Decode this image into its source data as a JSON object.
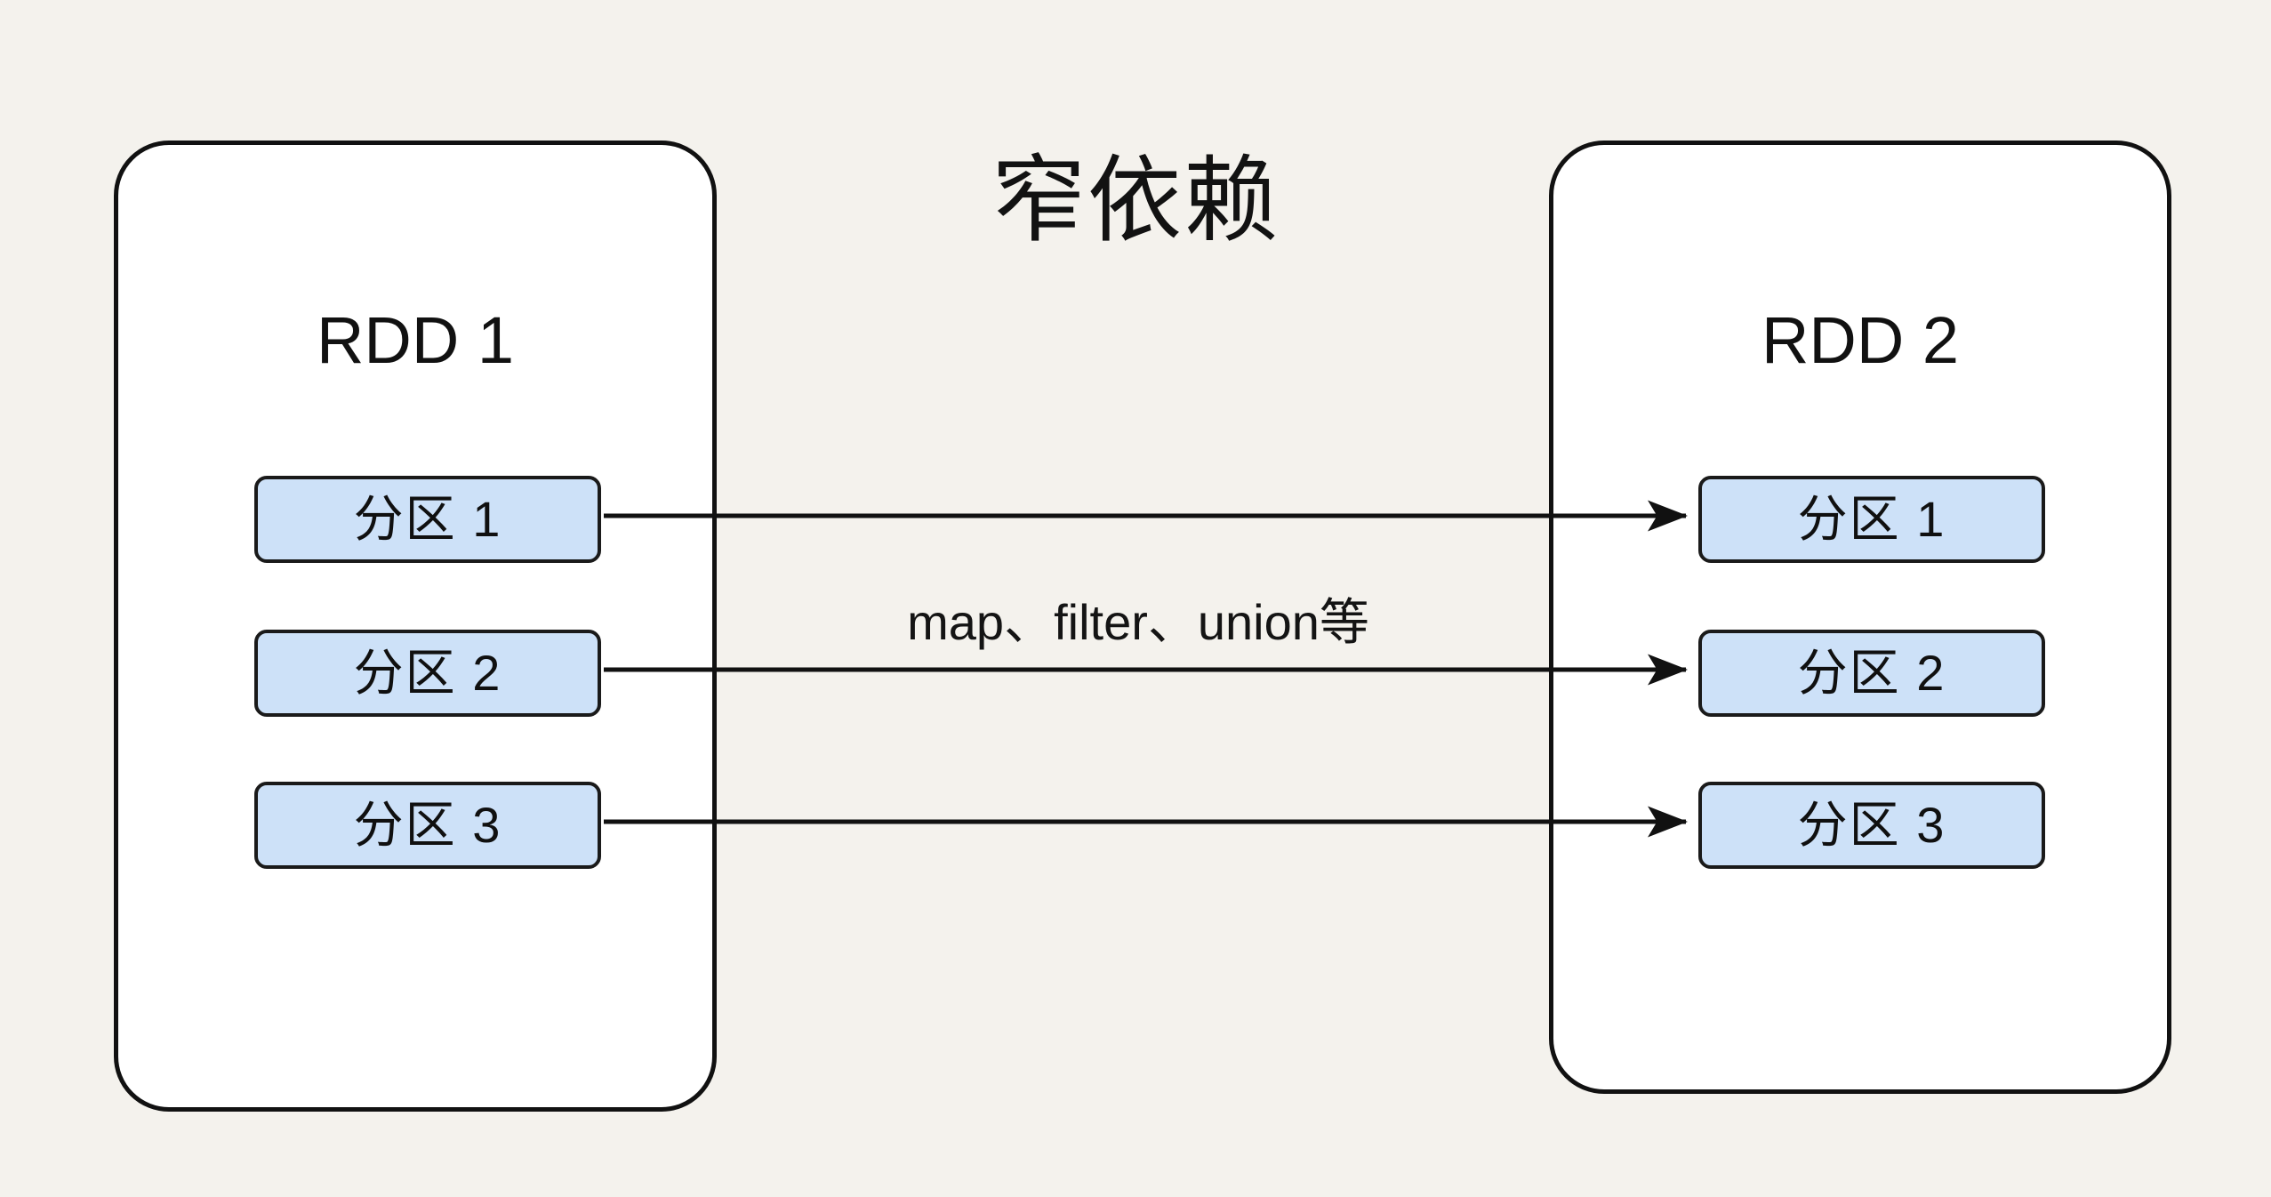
{
  "diagram": {
    "title": "窄依赖",
    "background_color": "#f4f2ed",
    "partition_fill_color": "#cde1f8",
    "stroke_color": "#111111"
  },
  "source": {
    "label": "RDD 1",
    "partitions": [
      {
        "label": "分区 1"
      },
      {
        "label": "分区 2"
      },
      {
        "label": "分区 3"
      }
    ]
  },
  "target": {
    "label": "RDD 2",
    "partitions": [
      {
        "label": "分区 1"
      },
      {
        "label": "分区 2"
      },
      {
        "label": "分区 3"
      }
    ]
  },
  "edges": {
    "label": "map、filter、union等",
    "connections": [
      {
        "from": "分区 1",
        "to": "分区 1"
      },
      {
        "from": "分区 2",
        "to": "分区 2"
      },
      {
        "from": "分区 3",
        "to": "分区 3"
      }
    ]
  }
}
